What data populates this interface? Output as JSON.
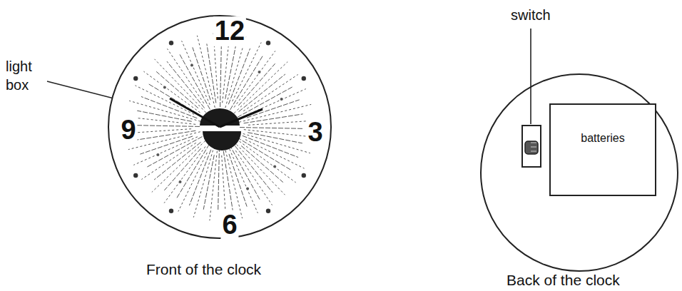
{
  "diagram": {
    "nodes": [
      {
        "text": [
          "12",
          "3",
          "6",
          "9"
        ]
      },
      {
        "text": [
          "batteries"
        ]
      }
    ],
    "labels": [
      "light box",
      "switch",
      "Front of the clock",
      "Back of the clock"
    ]
  }
}
